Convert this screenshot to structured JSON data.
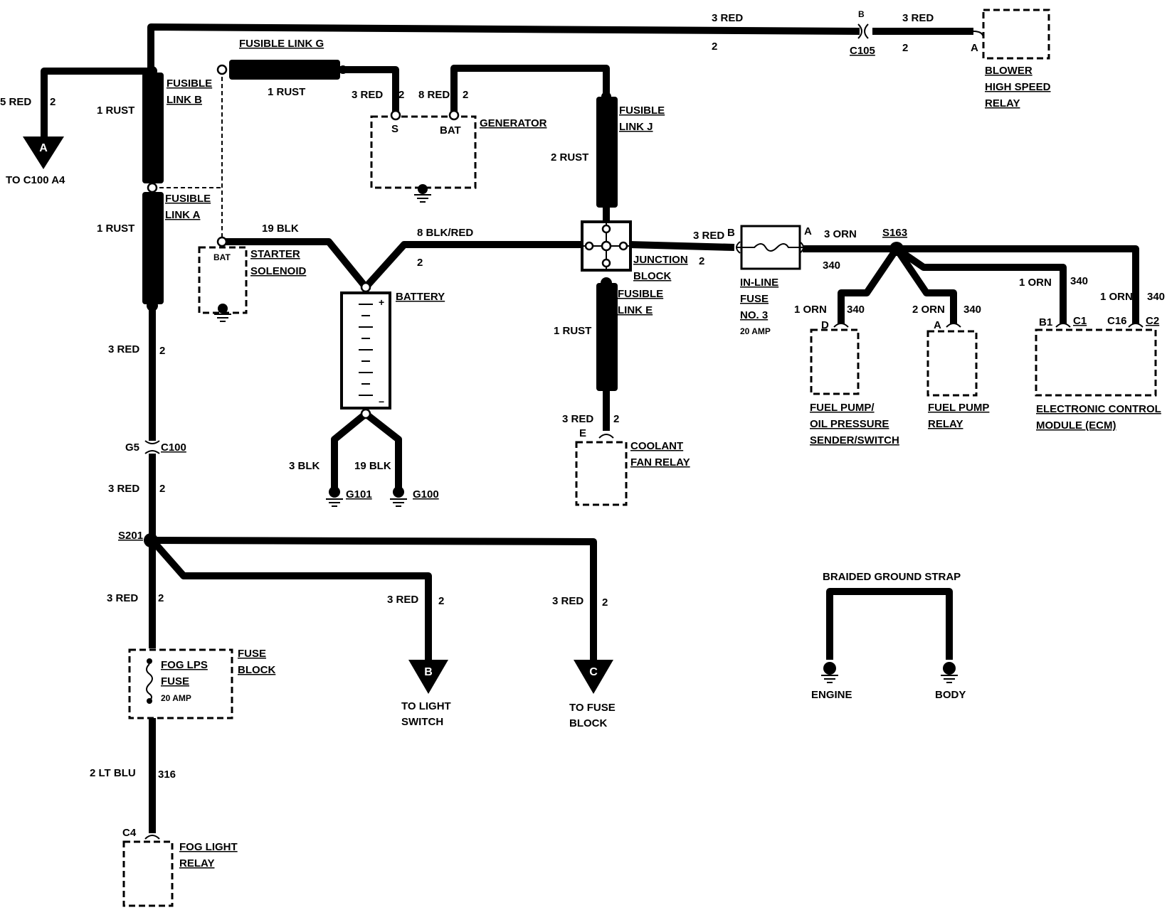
{
  "labels": {
    "red3_top_left": "3 RED",
    "ckt2_top_left": "2",
    "c105_pin": "B",
    "c105": "C105",
    "red3_top_right": "3 RED",
    "ckt2_top_right": "2",
    "blower_pin": "A",
    "blower_l1": "BLOWER",
    "blower_l2": "HIGH SPEED",
    "blower_l3": "RELAY",
    "red5": "5 RED",
    "ckt2_a": "2",
    "conn_a": "A",
    "to_c100": "TO C100 A4",
    "rust1_b": "1 RUST",
    "fl_b1": "FUSIBLE",
    "fl_b2": "LINK B",
    "fl_g": "FUSIBLE LINK G",
    "rust1_g": "1 RUST",
    "red3_gen": "3 RED",
    "ckt2_gen1": "2",
    "red8_gen": "8 RED",
    "ckt2_gen2": "2",
    "gen_s": "S",
    "gen_bat": "BAT",
    "generator": "GENERATOR",
    "fl_j1": "FUSIBLE",
    "fl_j2": "LINK J",
    "rust2_j": "2 RUST",
    "rust1_a": "1 RUST",
    "fl_a1": "FUSIBLE",
    "fl_a2": "LINK A",
    "blk19": "19 BLK",
    "blkred8": "8 BLK/RED",
    "ckt2_bat": "2",
    "sol_bat": "BAT",
    "starter1": "STARTER",
    "starter2": "SOLENOID",
    "battery": "BATTERY",
    "plus": "+",
    "minus": "−",
    "junction1": "JUNCTION",
    "junction2": "BLOCK",
    "ckt2_jb": "2",
    "red3_fuse": "3 RED",
    "fuse_b": "B",
    "fuse_a": "A",
    "orn3": "3 ORN",
    "ckt340_a": "340",
    "s163": "S163",
    "inline1": "IN-LINE",
    "inline2": "FUSE",
    "inline3": "NO. 3",
    "inline4": "20 AMP",
    "fl_e1": "FUSIBLE",
    "fl_e2": "LINK E",
    "rust1_e": "1 RUST",
    "red3_red2": "3 RED",
    "ckt2_red2": "2",
    "red3_c100": "3 RED",
    "ckt2_c100a": "2",
    "g5": "G5",
    "c100": "C100",
    "red3_c100b": "3 RED",
    "ckt2_c100b": "2",
    "blk3": "3 BLK",
    "blk19b": "19 BLK",
    "g101": "G101",
    "g100": "G100",
    "red3_cool": "3 RED",
    "ckt2_cool": "2",
    "cool_pin": "E",
    "coolant1": "COOLANT",
    "coolant2": "FAN RELAY",
    "orn1_d": "1 ORN",
    "ckt340_d": "340",
    "pin_d": "D",
    "orn2_fp": "2 ORN",
    "ckt340_fp": "340",
    "pin_a_fp": "A",
    "orn1_b1": "1 ORN",
    "ckt340_b1": "340",
    "pin_b1": "B1",
    "pin_c1": "C1",
    "orn1_c16": "1 ORN",
    "ckt340_c16": "340",
    "pin_c16": "C16",
    "pin_c2": "C2",
    "fp1": "FUEL PUMP/",
    "fp2": "OIL PRESSURE",
    "fp3": "SENDER/SWITCH",
    "fpr1": "FUEL PUMP",
    "fpr2": "RELAY",
    "ecm1": "ELECTRONIC CONTROL",
    "ecm2": "MODULE (ECM)",
    "s201": "S201",
    "red3_s201": "3 RED",
    "ckt2_s201": "2",
    "red3_b": "3 RED",
    "ckt2_b": "2",
    "red3_c": "3 RED",
    "ckt2_c": "2",
    "conn_b": "B",
    "conn_c": "C",
    "to_light1": "TO LIGHT",
    "to_light2": "SWITCH",
    "to_fuse1": "TO FUSE",
    "to_fuse2": "BLOCK",
    "fog_fuse1": "FOG LPS",
    "fog_fuse2": "FUSE",
    "fog_fuse3": "20 AMP",
    "fuse_block1": "FUSE",
    "fuse_block2": "BLOCK",
    "ltblu": "2 LT BLU",
    "ckt316": "316",
    "c4": "C4",
    "fog_relay1": "FOG LIGHT",
    "fog_relay2": "RELAY",
    "braided": "BRAIDED GROUND STRAP",
    "engine": "ENGINE",
    "body": "BODY"
  }
}
